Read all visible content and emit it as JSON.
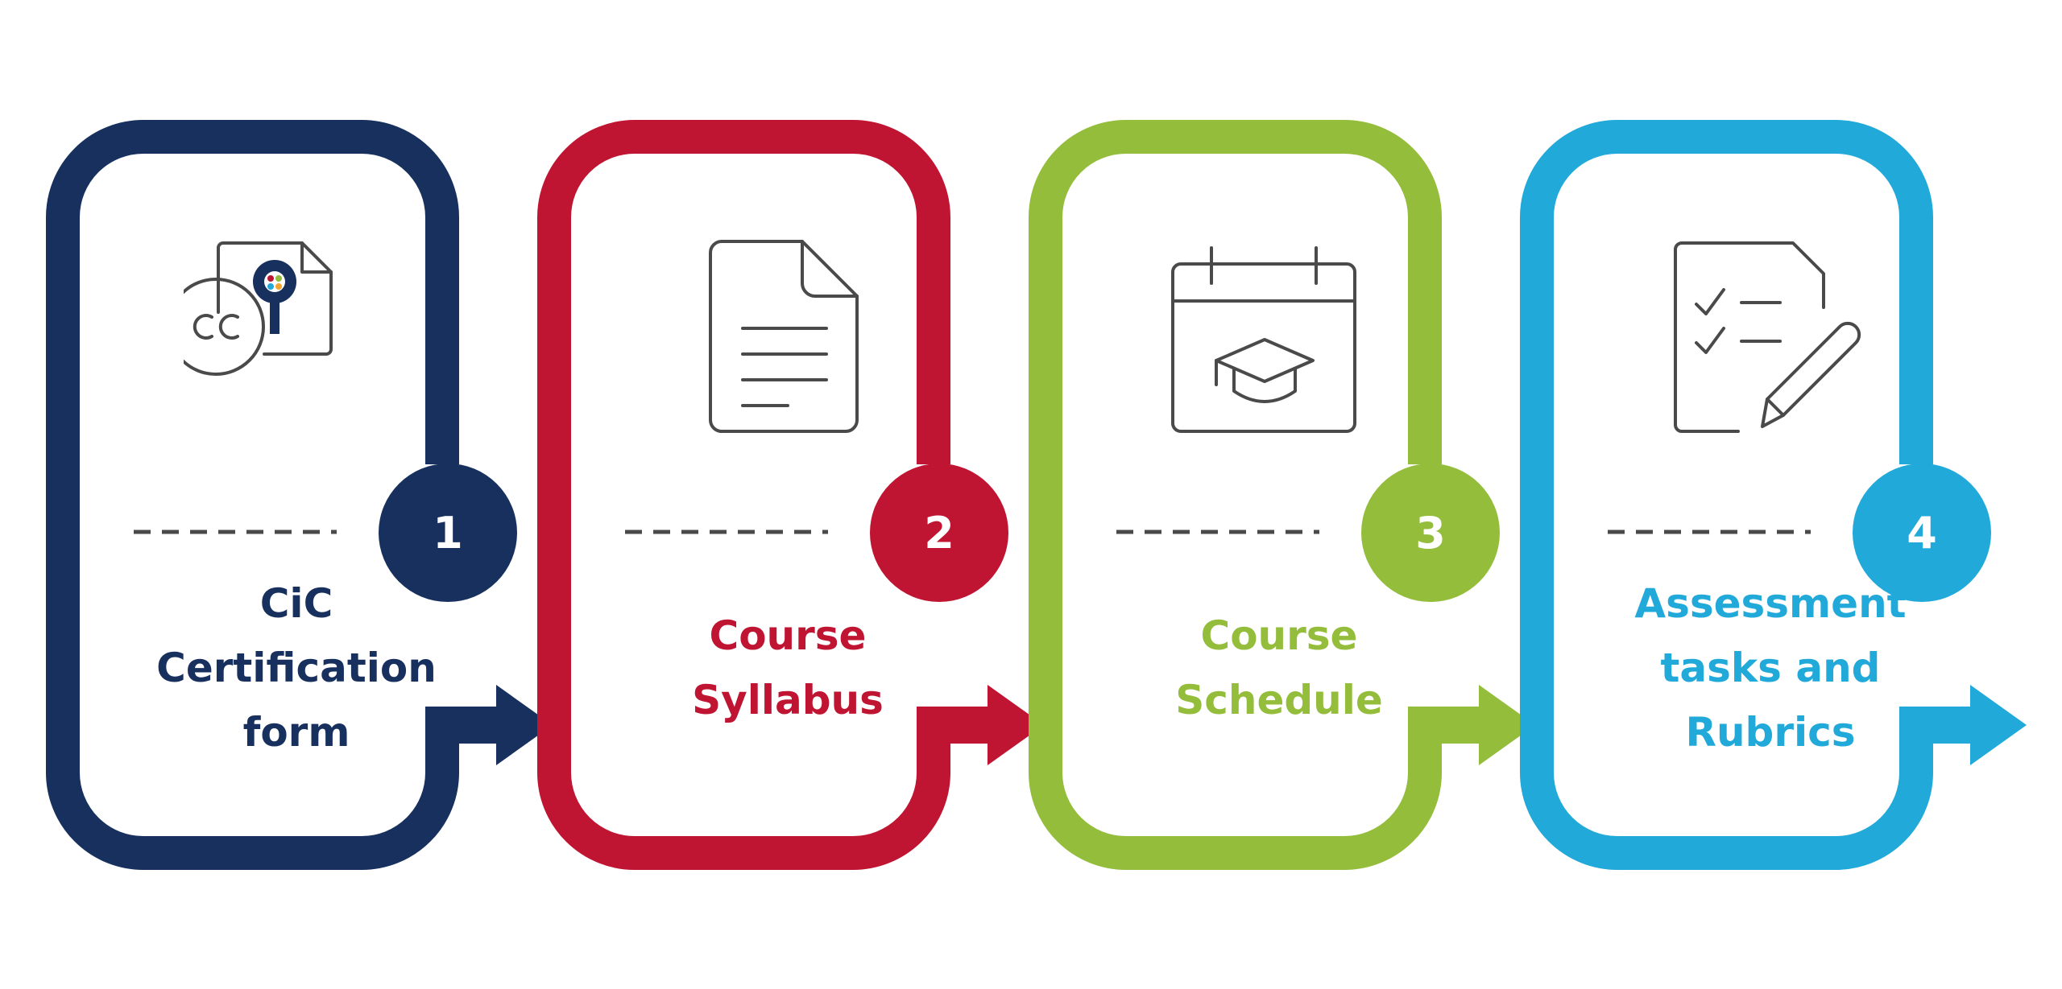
{
  "steps": [
    {
      "number": "1",
      "lines": [
        "CiC",
        "Certification",
        "form"
      ],
      "color": "#17305e",
      "icon": "certification-form-icon"
    },
    {
      "number": "2",
      "lines": [
        "Course",
        "Syllabus"
      ],
      "color": "#c01532",
      "icon": "document-icon"
    },
    {
      "number": "3",
      "lines": [
        "Course",
        "Schedule"
      ],
      "color": "#93bd3a",
      "icon": "calendar-graduation-cap-icon"
    },
    {
      "number": "4",
      "lines": [
        "Assessment",
        "tasks and",
        "Rubrics"
      ],
      "color": "#21a9da",
      "icon": "checklist-pencil-icon"
    }
  ],
  "colors": {
    "icon_stroke": "#4a4a4a",
    "dash": "#4a4a4a"
  }
}
